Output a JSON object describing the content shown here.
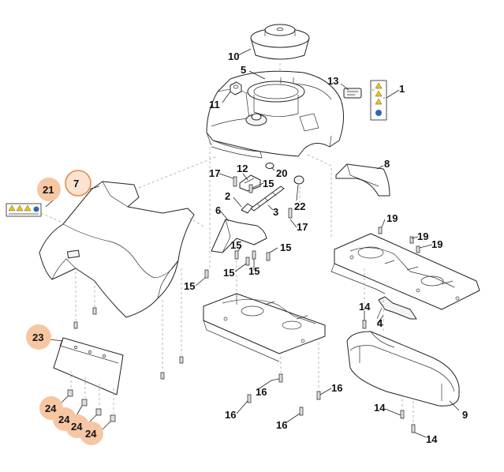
{
  "diagram": {
    "highlight_colors": {
      "fill": "#f7c6a3",
      "ring": "#e2884c"
    },
    "callouts": [
      {
        "id": "c10",
        "text": "10"
      },
      {
        "id": "c5",
        "text": "5"
      },
      {
        "id": "c13",
        "text": "13"
      },
      {
        "id": "c1",
        "text": "1"
      },
      {
        "id": "c11",
        "text": "11"
      },
      {
        "id": "c8",
        "text": "8"
      },
      {
        "id": "c17a",
        "text": "17"
      },
      {
        "id": "c12",
        "text": "12"
      },
      {
        "id": "c20",
        "text": "20"
      },
      {
        "id": "c15a",
        "text": "15"
      },
      {
        "id": "c2",
        "text": "2"
      },
      {
        "id": "c22",
        "text": "22"
      },
      {
        "id": "c3",
        "text": "3"
      },
      {
        "id": "c6",
        "text": "6"
      },
      {
        "id": "c17b",
        "text": "17"
      },
      {
        "id": "c19a",
        "text": "19"
      },
      {
        "id": "c19b",
        "text": "19"
      },
      {
        "id": "c19c",
        "text": "19"
      },
      {
        "id": "c15b",
        "text": "15"
      },
      {
        "id": "c15c",
        "text": "15"
      },
      {
        "id": "c15d",
        "text": "15"
      },
      {
        "id": "c15e",
        "text": "15"
      },
      {
        "id": "c15f",
        "text": "15"
      },
      {
        "id": "c14a",
        "text": "14"
      },
      {
        "id": "c4",
        "text": "4"
      },
      {
        "id": "c16a",
        "text": "16"
      },
      {
        "id": "c16b",
        "text": "16"
      },
      {
        "id": "c16c",
        "text": "16"
      },
      {
        "id": "c16d",
        "text": "16"
      },
      {
        "id": "c14b",
        "text": "14"
      },
      {
        "id": "c9",
        "text": "9"
      },
      {
        "id": "c14c",
        "text": "14"
      }
    ],
    "highlighted": [
      {
        "id": "h7",
        "text": "7"
      },
      {
        "id": "h21",
        "text": "21"
      },
      {
        "id": "h23",
        "text": "23"
      },
      {
        "id": "h24a",
        "text": "24"
      },
      {
        "id": "h24b",
        "text": "24"
      },
      {
        "id": "h24c",
        "text": "24"
      },
      {
        "id": "h24d",
        "text": "24"
      }
    ]
  }
}
